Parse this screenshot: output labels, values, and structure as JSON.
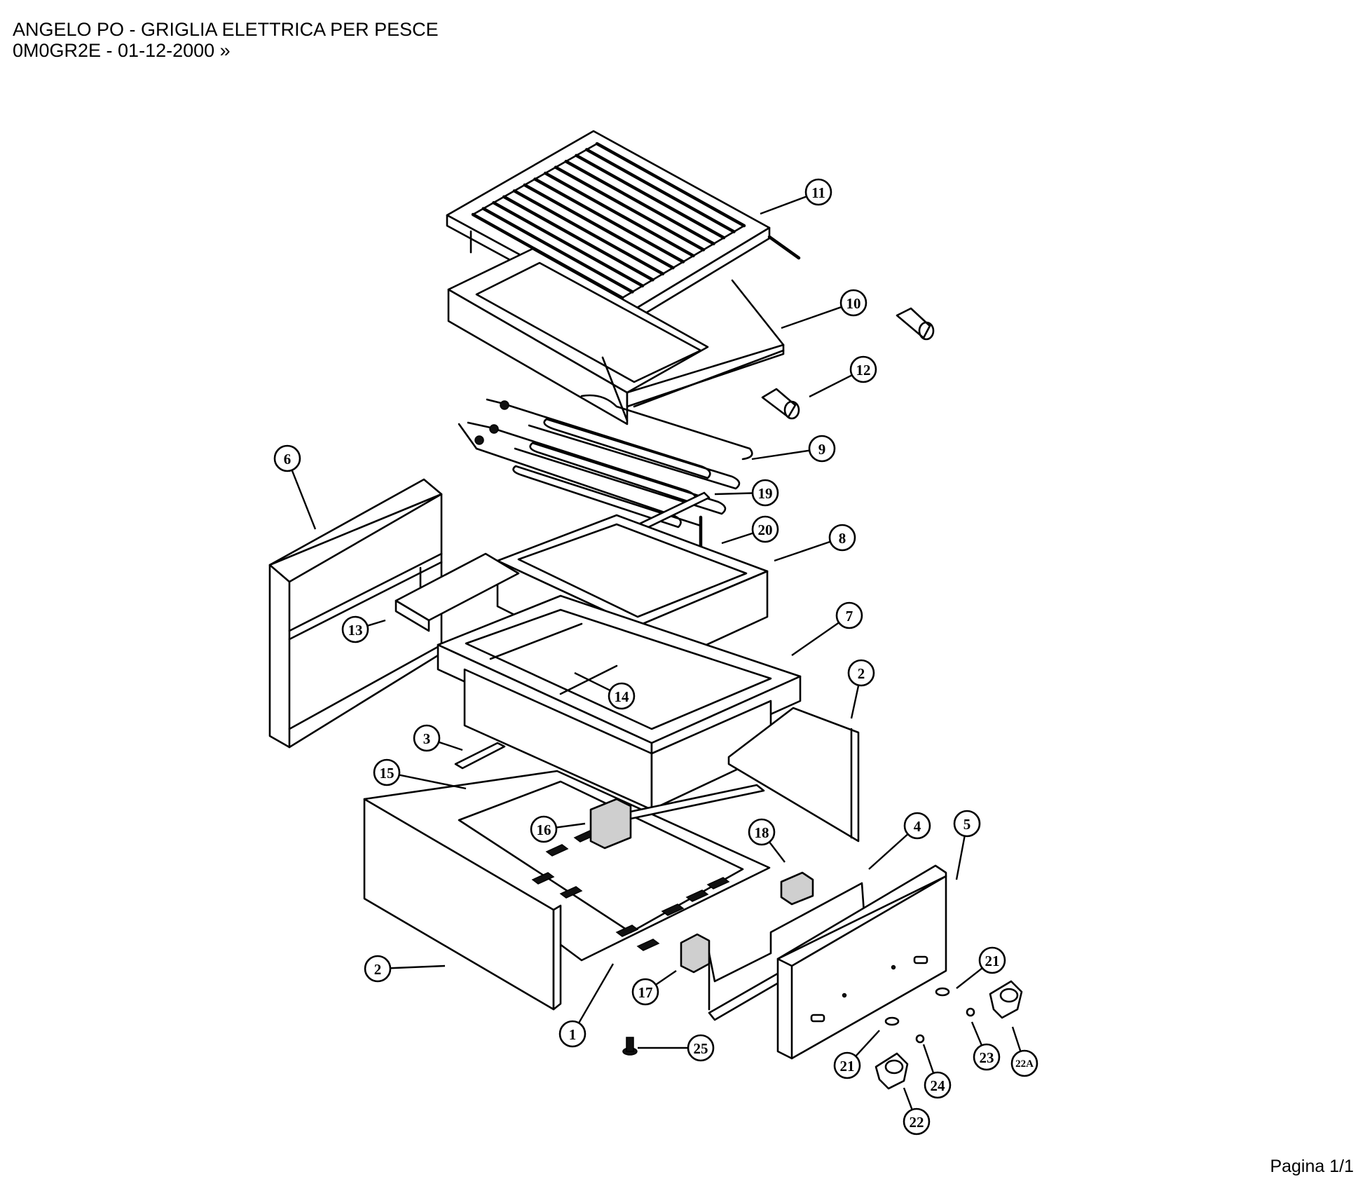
{
  "header": {
    "title": "ANGELO PO - GRIGLIA ELETTRICA PER PESCE",
    "code_line": "0M0GR2E - 01-12-2000 »"
  },
  "footer": {
    "page": "Pagina 1/1"
  },
  "callouts": [
    {
      "label": "11"
    },
    {
      "label": "10"
    },
    {
      "label": "12"
    },
    {
      "label": "9"
    },
    {
      "label": "19"
    },
    {
      "label": "20"
    },
    {
      "label": "8"
    },
    {
      "label": "6"
    },
    {
      "label": "13"
    },
    {
      "label": "7"
    },
    {
      "label": "14"
    },
    {
      "label": "2"
    },
    {
      "label": "3"
    },
    {
      "label": "15"
    },
    {
      "label": "16"
    },
    {
      "label": "18"
    },
    {
      "label": "4"
    },
    {
      "label": "5"
    },
    {
      "label": "2"
    },
    {
      "label": "17"
    },
    {
      "label": "1"
    },
    {
      "label": "25"
    },
    {
      "label": "21"
    },
    {
      "label": "21"
    },
    {
      "label": "23"
    },
    {
      "label": "22A"
    },
    {
      "label": "24"
    },
    {
      "label": "22"
    }
  ]
}
